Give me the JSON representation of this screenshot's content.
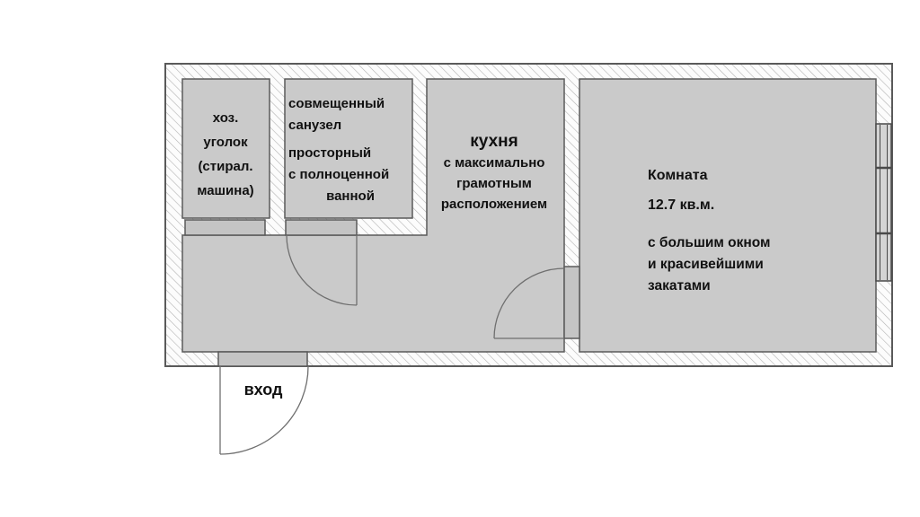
{
  "plan": {
    "rooms": {
      "utility": {
        "line1": "хоз.",
        "line2": "уголок",
        "line3": "(стирал.",
        "line4": "машина)"
      },
      "bathroom": {
        "line1": "совмещенный",
        "line2": "санузел",
        "line3": "просторный",
        "line4": "с полноценной",
        "line5": "ванной"
      },
      "kitchen": {
        "title": "кухня",
        "line1": "с максимально",
        "line2": "грамотным",
        "line3": "расположением"
      },
      "living_room": {
        "title": "Комната",
        "area": "12.7 кв.м.",
        "line1": "с большим окном",
        "line2": "и красивейшими",
        "line3": "закатами"
      },
      "entrance": {
        "label": "вход"
      }
    },
    "colors": {
      "floor": "#cacaca",
      "door_opening": "#c4c4c4",
      "wall_hatch_line": "#b3b3b3",
      "outline": "#5a5a5a",
      "window_pane": "#d4d4d4",
      "text": "#111111"
    }
  }
}
